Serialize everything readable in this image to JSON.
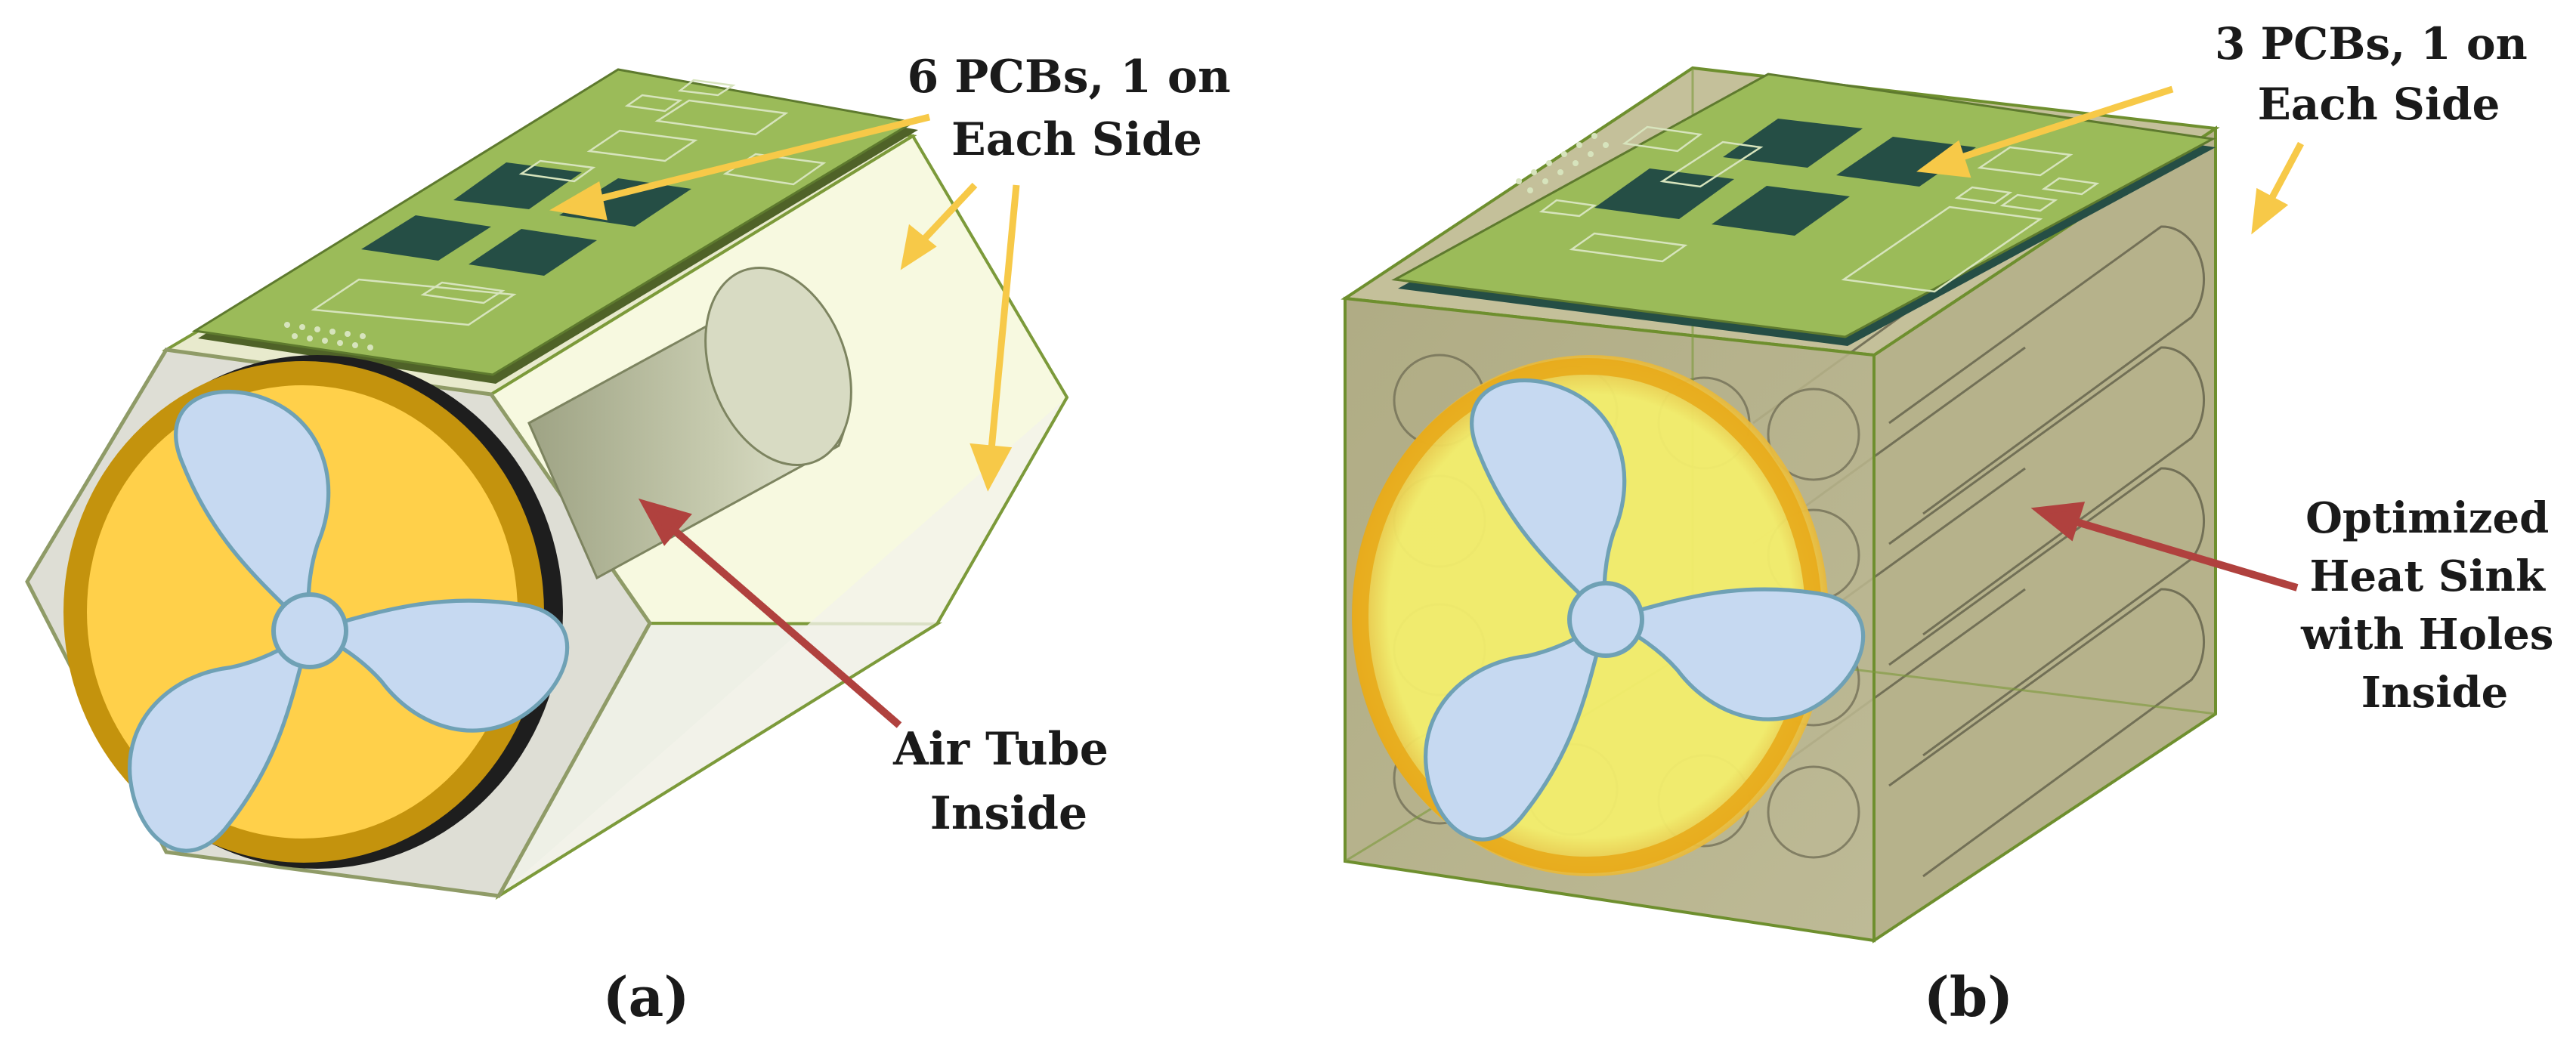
{
  "colors": {
    "pcb_board": "#9BBB59",
    "pcb_edge": "#4F6228",
    "pcb_chip": "#254E45",
    "pcb_trace": "#D7E4BD",
    "fan_ring": "#C4930D",
    "fan_face": "#FFD04A",
    "fan_blade": "#C6D9F1",
    "fan_blade_edge": "#6FA1B5",
    "hex_body": "#DDDDD4",
    "hex_transparent": "#F4F6D6",
    "air_tube": "#C3C8AA",
    "heatsink_body": "#B3AE84",
    "heatsink_edge": "#6E8F2E",
    "arrow_yellow": "#F7C948",
    "arrow_red": "#B0413E"
  },
  "panels": [
    {
      "id": "a",
      "caption": "(a)",
      "labels": [
        {
          "key": "pcbs",
          "lines": [
            "6 PCBs, 1 on",
            "Each Side"
          ],
          "arrow": "yellow-arrow"
        },
        {
          "key": "tube",
          "lines": [
            "Air Tube",
            "Inside"
          ],
          "arrow": "red-arrow"
        }
      ],
      "icons": [
        "fan-icon",
        "pcb-icon",
        "hexagonal-housing-icon",
        "air-tube-icon"
      ]
    },
    {
      "id": "b",
      "caption": "(b)",
      "labels": [
        {
          "key": "pcbs",
          "lines": [
            "3 PCBs, 1 on",
            "Each Side"
          ],
          "arrow": "yellow-arrow"
        },
        {
          "key": "sink",
          "lines": [
            "Optimized",
            "Heat Sink",
            "with Holes",
            "Inside"
          ],
          "arrow": "red-arrow"
        }
      ],
      "icons": [
        "fan-icon",
        "pcb-icon",
        "heat-sink-icon"
      ]
    }
  ]
}
